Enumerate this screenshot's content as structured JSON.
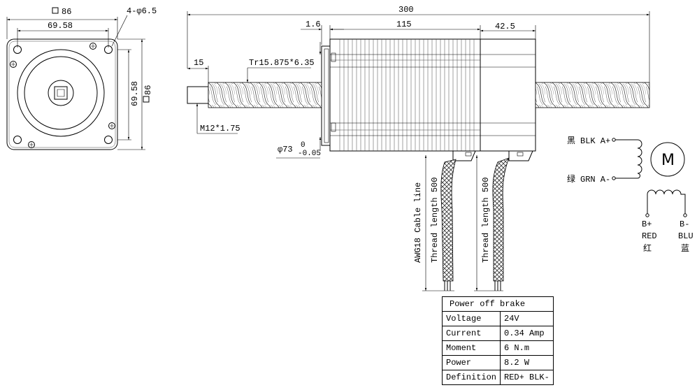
{
  "front_view": {
    "square_size": "86",
    "hole_spacing_h": "69.58",
    "hole_spec": "4-φ6.5",
    "hole_spacing_v": "69.58",
    "side_size": "86"
  },
  "side_view": {
    "total_length": "300",
    "flange_thickness": "1.6",
    "body_length": "115",
    "brake_length": "42.5",
    "shaft_end": "15",
    "lead_screw": "Tr15.875*6.35",
    "thread": "M12*1.75",
    "boss_diameter": "φ73",
    "tol_upper": "0",
    "tol_lower": "-0.05"
  },
  "cables": {
    "left_label_1": "AWG18 Cable line",
    "left_label_2": "Thread length 500",
    "right_label": "Thread length 500"
  },
  "wiring": {
    "a_plus_cn": "黑",
    "a_plus": "BLK A+",
    "a_minus_cn": "绿",
    "a_minus": "GRN A-",
    "motor": "M",
    "b_plus": "B+",
    "b_plus_color": "RED",
    "b_plus_cn": "红",
    "b_minus": "B-",
    "b_minus_color": "BLU",
    "b_minus_cn": "蓝"
  },
  "brake_table": {
    "title": "Power off brake",
    "rows": [
      {
        "label": "Voltage",
        "value": "24V"
      },
      {
        "label": "Current",
        "value": "0.34 Amp"
      },
      {
        "label": "Moment",
        "value": "6 N.m"
      },
      {
        "label": "Power",
        "value": "8.2 W"
      },
      {
        "label": "Definition",
        "value": "RED+ BLK-"
      }
    ]
  }
}
